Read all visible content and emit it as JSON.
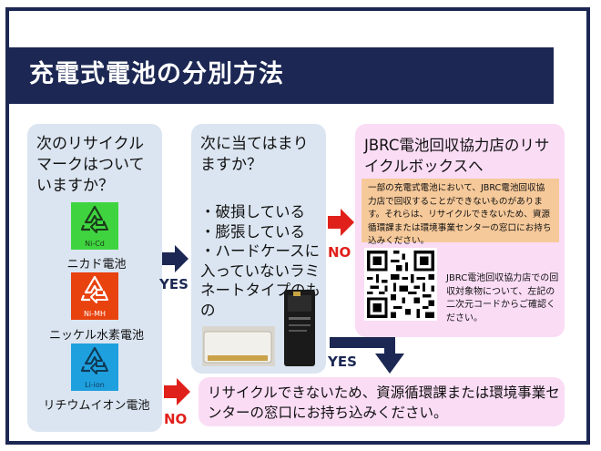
{
  "title": "充電式電池の分別方法",
  "mark_panel": {
    "question": "次のリサイクルマークはついていますか？",
    "marks": [
      {
        "chem": "Ni-Cd",
        "label": "ニカド電池",
        "color": "#3fd43f"
      },
      {
        "chem": "Ni-MH",
        "label": "ニッケル水素電池",
        "color": "#e8420f"
      },
      {
        "chem": "Li-ion",
        "label": "リチウムイオン電池",
        "color": "#1ea0df"
      }
    ]
  },
  "condition_panel": {
    "question": "次に当てはまりますか？",
    "items": [
      "・破損している",
      "・膨張している",
      "・ハードケースに入っていないラミネートタイプのもの"
    ]
  },
  "jbrc_panel": {
    "heading": "JBRC電池回収協力店のリサイクルボックスへ",
    "note": "一部の充電式電池において、JBRC電池回収協力店で回収することができないものがあります。それらは、リサイクルできないため、資源循環課または環境事業センターの窓口にお持ち込みください。",
    "qr_caption": "JBRC電池回収協力店での回収対象物について、左記の二次元コードからご確認ください。"
  },
  "final_panel": {
    "text": "リサイクルできないため、資源循環課または環境事業センターの窓口にお持ち込みください。"
  },
  "flow": {
    "yes_1": "YES",
    "no_1": "NO",
    "yes_2": "YES",
    "no_2": "NO"
  },
  "colors": {
    "navy": "#1c2853",
    "panel_blue": "#dbe5f1",
    "panel_pink": "#fadcf5",
    "note_orange": "#f6c99a",
    "arrow_red": "#e0201a"
  },
  "icons": {
    "recycle": "recycle-icon",
    "arrow_navy": "navy-arrow-icon",
    "arrow_red": "red-arrow-icon",
    "qr": "qr-code"
  }
}
